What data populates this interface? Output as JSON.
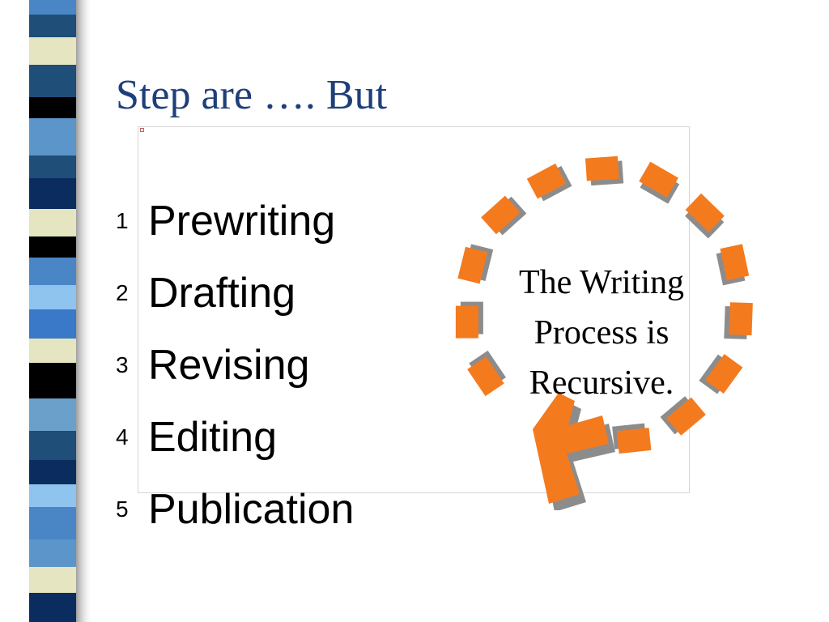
{
  "slide": {
    "title": "Step are …. But",
    "steps": [
      {
        "number": "1",
        "label": "Prewriting"
      },
      {
        "number": "2",
        "label": "Drafting"
      },
      {
        "number": "3",
        "label": "Revising"
      },
      {
        "number": "4",
        "label": "Editing"
      },
      {
        "number": "5",
        "label": "Publication"
      }
    ],
    "cycle_text": [
      "The Writing",
      "Process is",
      "Recursive."
    ]
  },
  "colors": {
    "title": "#1f3f7a",
    "dash": "#f47a1e",
    "dash_shadow": "#8c8c8c",
    "stripe_palette": [
      "#4a86c6",
      "#1f4e78",
      "#e5e5c2",
      "#000000",
      "#5b95c9",
      "#0b2c5e",
      "#8ec4ee",
      "#3a78c8",
      "#6aa0c9"
    ]
  }
}
